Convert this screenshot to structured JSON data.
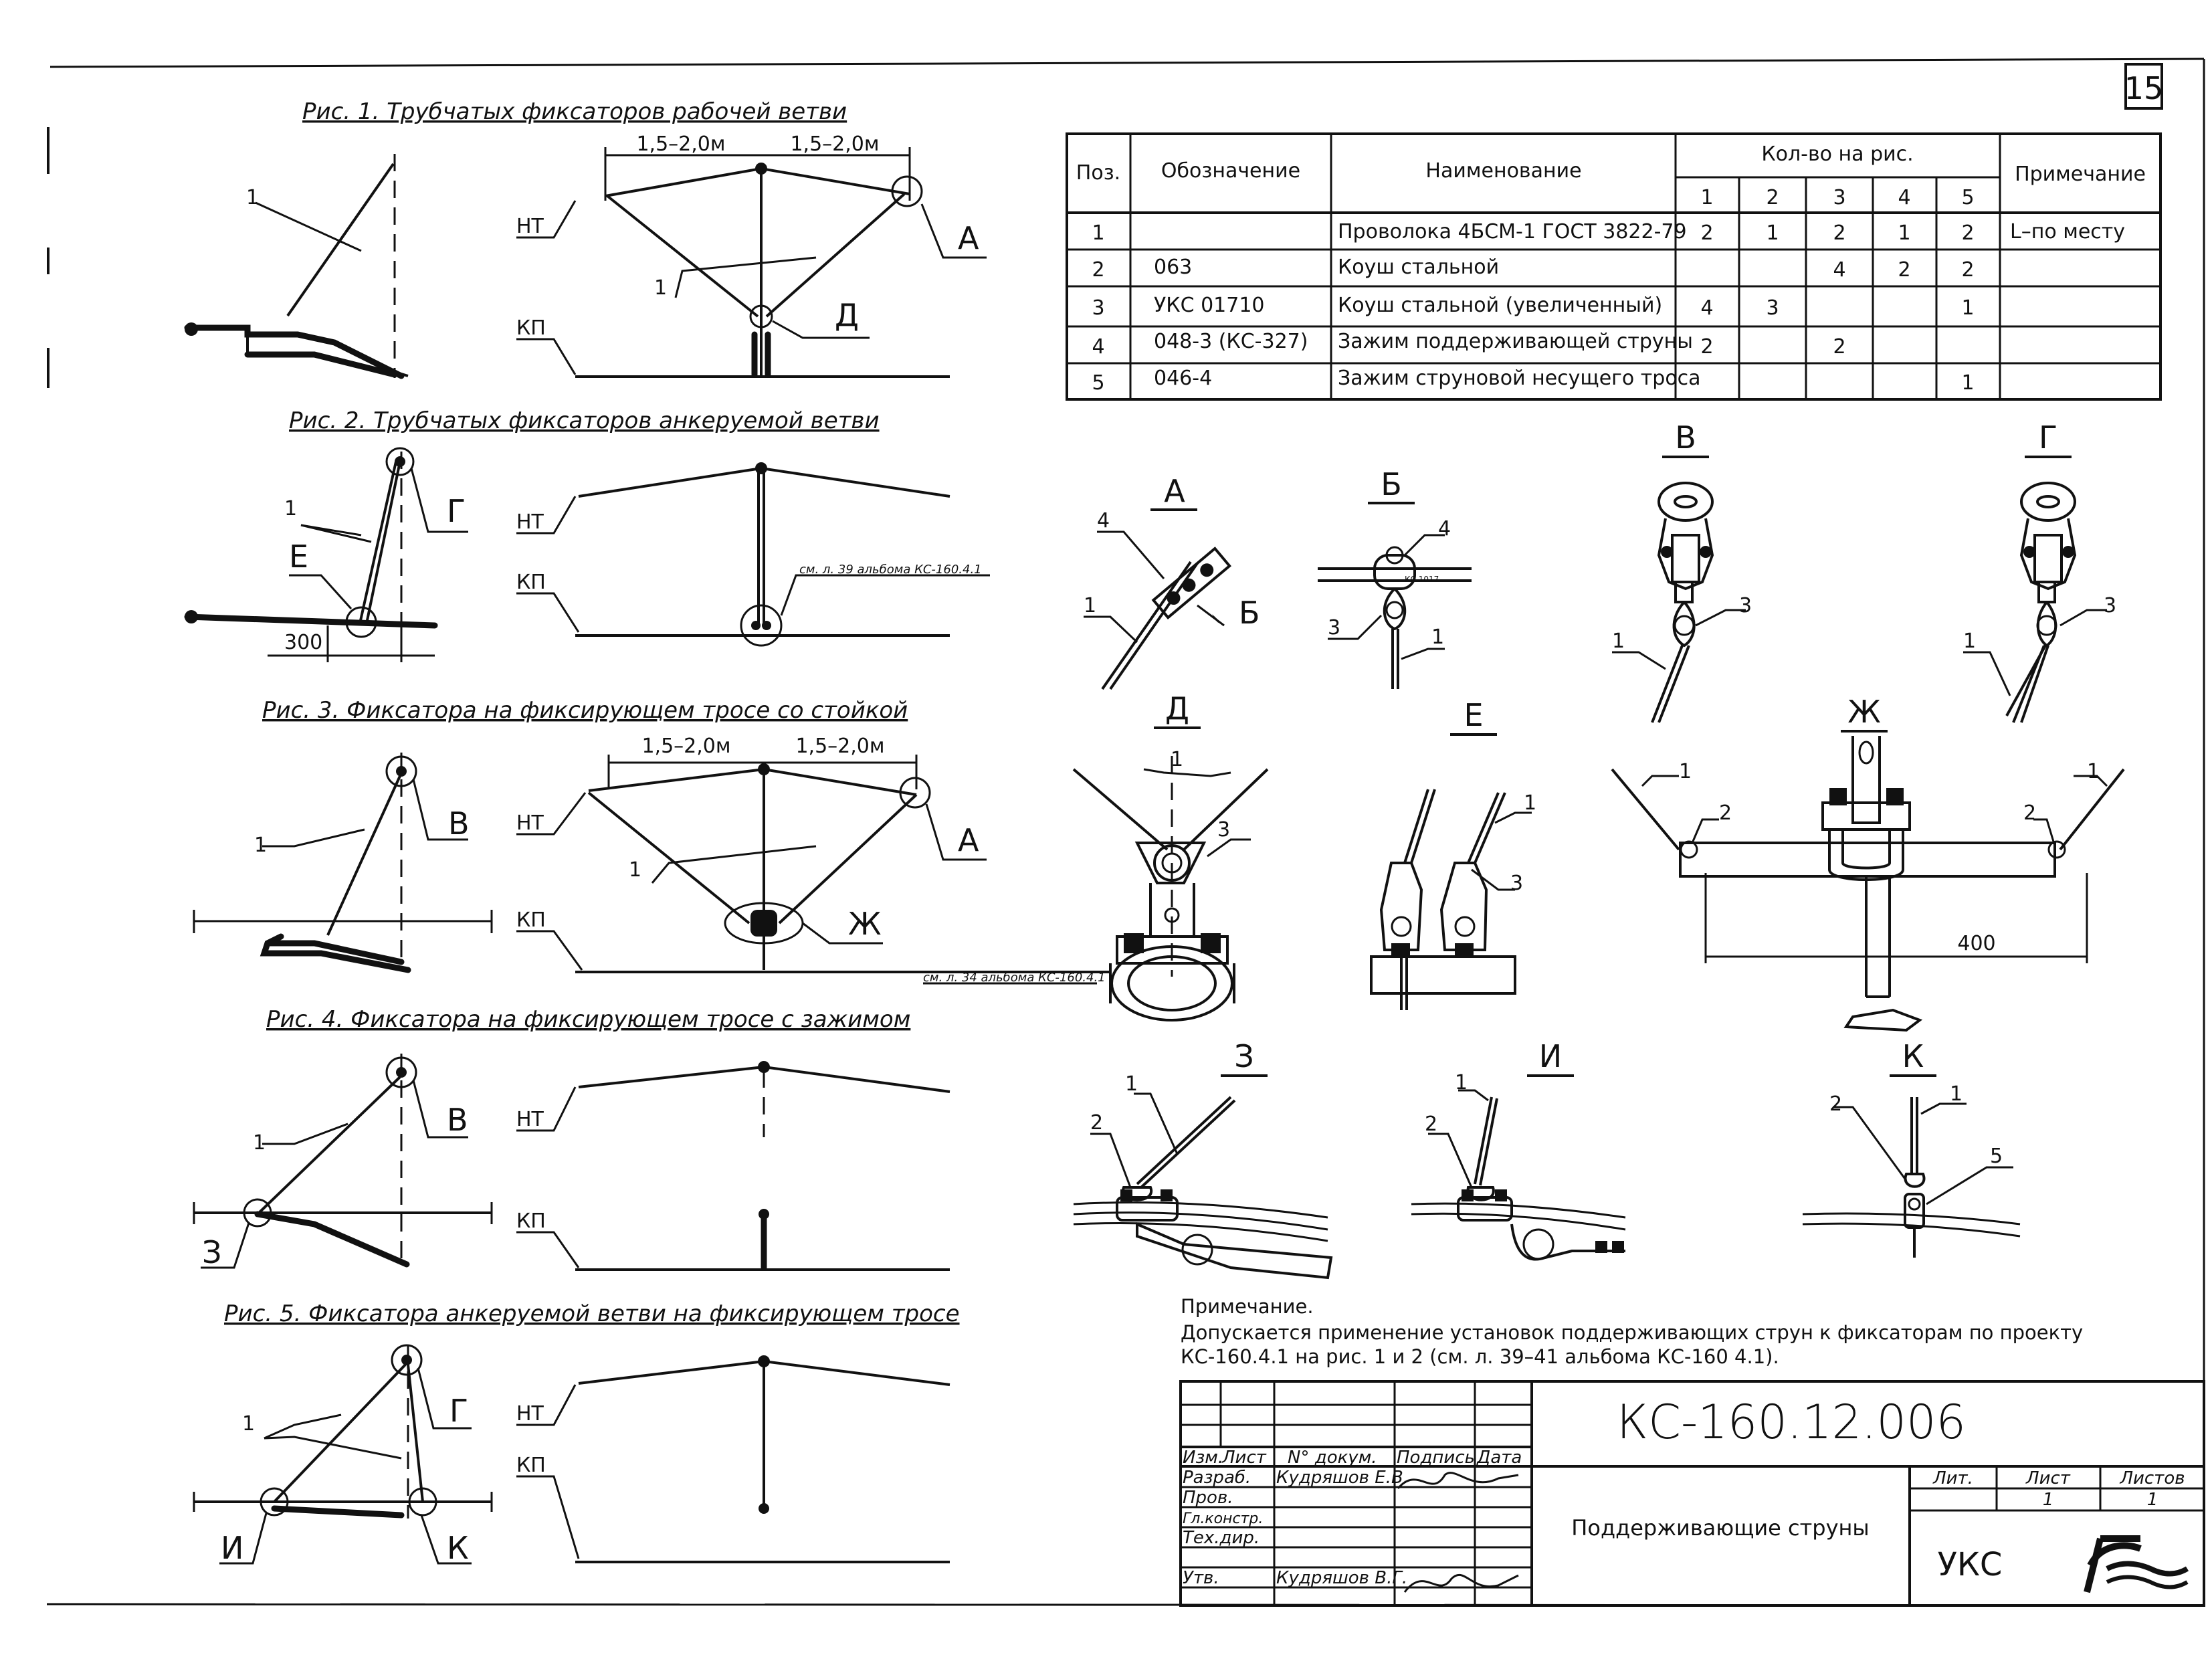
{
  "sheet": {
    "number": "15",
    "code": "КС-160.12.006",
    "title": "Поддерживающие струны",
    "org": "УКС"
  },
  "figures": [
    {
      "caption": "Рис. 1. Трубчатых фиксаторов рабочей ветви",
      "nt": "НТ",
      "kp": "КП",
      "dim1": "1,5–2,0м",
      "dim2": "1,5–2,0м",
      "callouts": [
        "1",
        "1",
        "А",
        "Д"
      ]
    },
    {
      "caption": "Рис. 2. Трубчатых фиксаторов анкеруемой ветви",
      "nt": "НТ",
      "kp": "КП",
      "callouts": [
        "1",
        "Е",
        "Г"
      ],
      "dim": "300",
      "ref": "см. л. 39 альбома КС-160.4.1"
    },
    {
      "caption": "Рис. 3. Фиксатора на фиксирующем тросе со стойкой",
      "nt": "НТ",
      "kp": "КП",
      "dim1": "1,5–2,0м",
      "dim2": "1,5–2,0м",
      "callouts": [
        "1",
        "1",
        "В",
        "А",
        "Ж"
      ],
      "ref": "см. л. 34 альбома КС-160.4.1"
    },
    {
      "caption": "Рис. 4. Фиксатора на фиксирующем тросе с зажимом",
      "nt": "НТ",
      "kp": "КП",
      "callouts": [
        "1",
        "В",
        "З"
      ]
    },
    {
      "caption": "Рис. 5. Фиксатора анкеруемой ветви на фиксирующем тросе",
      "nt": "НТ",
      "kp": "КП",
      "callouts": [
        "1",
        "Г",
        "И",
        "К"
      ]
    }
  ],
  "table": {
    "headers": {
      "pos": "Поз.",
      "designation": "Обозначение",
      "name": "Наименование",
      "qty_group": "Кол-во на рис.",
      "qty_cols": [
        "1",
        "2",
        "3",
        "4",
        "5"
      ],
      "note": "Примечание"
    },
    "rows": [
      {
        "pos": "1",
        "designation": "",
        "name": "Проволока 4БСМ-1 ГОСТ 3822-79",
        "q": [
          "2",
          "1",
          "2",
          "1",
          "2"
        ],
        "note": "L–по месту"
      },
      {
        "pos": "2",
        "designation": "063",
        "name": "Коуш стальной",
        "q": [
          "",
          "",
          "4",
          "2",
          "2"
        ],
        "note": ""
      },
      {
        "pos": "3",
        "designation": "УКС 01710",
        "name": "Коуш стальной (увеличенный)",
        "q": [
          "4",
          "3",
          "",
          "",
          "1"
        ],
        "note": ""
      },
      {
        "pos": "4",
        "designation": "048-3 (КС-327)",
        "name": "Зажим поддерживающей струны",
        "q": [
          "2",
          "",
          "2",
          "",
          ""
        ],
        "note": ""
      },
      {
        "pos": "5",
        "designation": "046-4",
        "name": "Зажим струновой несущего троса",
        "q": [
          "",
          "",
          "",
          "",
          "1"
        ],
        "note": ""
      }
    ]
  },
  "details": [
    {
      "letter": "А",
      "marks": [
        "4",
        "1",
        "Б"
      ]
    },
    {
      "letter": "Б",
      "marks": [
        "4",
        "3",
        "1"
      ],
      "stamp": "КС 1017"
    },
    {
      "letter": "В",
      "marks": [
        "3",
        "1"
      ]
    },
    {
      "letter": "Г",
      "marks": [
        "3",
        "1"
      ]
    },
    {
      "letter": "Д",
      "marks": [
        "1",
        "3"
      ]
    },
    {
      "letter": "Е",
      "marks": [
        "1",
        "3"
      ]
    },
    {
      "letter": "Ж",
      "marks": [
        "1",
        "2",
        "2",
        "1"
      ],
      "dim": "400"
    },
    {
      "letter": "З",
      "marks": [
        "1",
        "2"
      ]
    },
    {
      "letter": "И",
      "marks": [
        "1",
        "2"
      ]
    },
    {
      "letter": "К",
      "marks": [
        "2",
        "1",
        "5"
      ]
    }
  ],
  "note": {
    "title": "Примечание.",
    "line1": "Допускается применение установок поддерживающих струн к фиксаторам по проекту",
    "line2": "КС-160.4.1 на рис. 1 и 2 (см. л. 39–41 альбома КС-160 4.1)."
  },
  "titleblock": {
    "cols": [
      "Изм.",
      "Лист",
      "N° докум.",
      "Подпись",
      "Дата"
    ],
    "roles": [
      {
        "role": "Разраб.",
        "name": "Кудряшов Е.В."
      },
      {
        "role": "Пров.",
        "name": ""
      },
      {
        "role": "Гл.констр.",
        "name": ""
      },
      {
        "role": "Тех.дир.",
        "name": ""
      },
      {
        "role": "Утв.",
        "name": "Кудряшов В.Г."
      }
    ],
    "lit": "Лит.",
    "list": "Лист",
    "listov": "Листов",
    "list_val": "1",
    "listov_val": "1"
  }
}
